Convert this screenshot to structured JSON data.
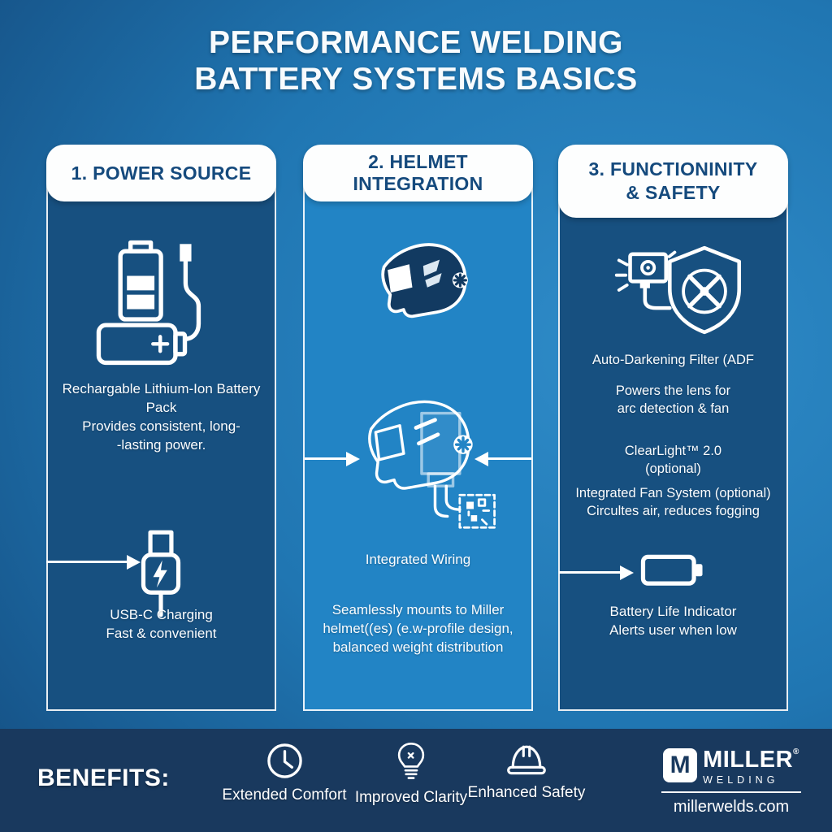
{
  "title": {
    "line1": "PERFORMANCE WELDING",
    "line2": "BATTERY SYSTEMS BASICS"
  },
  "columns": [
    {
      "header": "1. POWER SOURCE",
      "icon": "battery-pack-charging-icon",
      "primary_text": [
        "Rechargable Lithium-Ion Battery Pack",
        "Provides consistent, long-",
        "-lasting power."
      ],
      "secondary_icon": "usb-c-charging-icon",
      "secondary_text": [
        "USB-C Charging",
        "Fast & convenient"
      ]
    },
    {
      "header": "2. HELMET INTEGRATION",
      "icon": "welding-helmet-solid-icon",
      "secondary_icon": "welding-helmet-outline-circuit-icon",
      "caption": "Integrated Wiring",
      "primary_text": [
        "Seamlessly mounts to Miller",
        "helmet((es) (e.w-profile design,",
        "balanced weight distribution"
      ]
    },
    {
      "header_line1": "3. FUNCTIONINITY",
      "header_line2": "& SAFETY",
      "icon": "adf-sensor-shield-fan-icon",
      "feature1_title": "Auto-Darkening Filter (ADF",
      "feature1_text": [
        "Powers the lens for",
        "arc detection & fan"
      ],
      "feature2_title": "ClearLight™ 2.0",
      "feature2_sub": "(optional)",
      "feature3_text": [
        "Integrated Fan System (optional)",
        "Circultes air, reduces fogging"
      ],
      "secondary_icon": "battery-empty-icon",
      "secondary_text": [
        "Battery Life Indicator",
        "Alerts user when low"
      ]
    }
  ],
  "benefits": {
    "label": "BENEFITS:",
    "items": [
      {
        "icon": "clock-icon",
        "label": "Extended Comfort"
      },
      {
        "icon": "lightbulb-icon",
        "label": "Improved Clarity"
      },
      {
        "icon": "hardhat-icon",
        "label": "Enhanced Safety"
      }
    ]
  },
  "footer": {
    "logo_mark": "M",
    "brand": "MILLER",
    "brand_reg": "®",
    "brand_sub": "WELDING",
    "website": "millerwelds.com"
  },
  "colors": {
    "background_dark": "#0d3054",
    "background_light": "#2f8cc9",
    "column_dark": "#175080",
    "column_light": "#2284c5",
    "header_text": "#154a7d",
    "footer_bar": "#19395e",
    "text": "#ffffff"
  }
}
